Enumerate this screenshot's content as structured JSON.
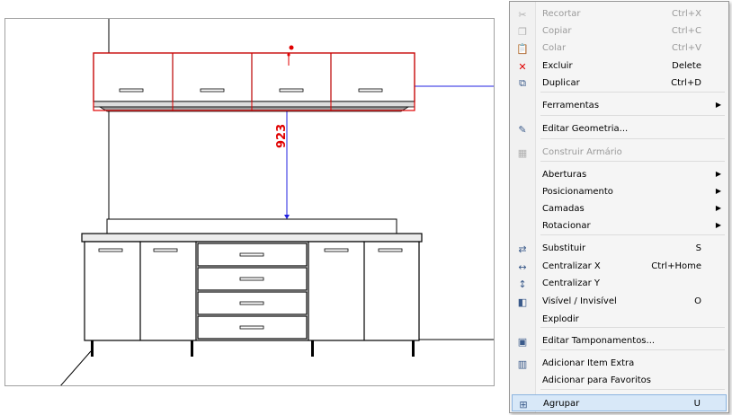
{
  "viewport": {
    "dimension_label": "923"
  },
  "context_menu": {
    "items": [
      {
        "label": "Recortar",
        "shortcut": "Ctrl+X",
        "icon": "scissors-icon",
        "glyph": "✂",
        "disabled": true
      },
      {
        "label": "Copiar",
        "shortcut": "Ctrl+C",
        "icon": "copy-icon",
        "glyph": "❐",
        "disabled": true
      },
      {
        "label": "Colar",
        "shortcut": "Ctrl+V",
        "icon": "paste-icon",
        "glyph": "📋",
        "disabled": true
      },
      {
        "label": "Excluir",
        "shortcut": "Delete",
        "icon": "delete-icon",
        "glyph": "✕",
        "disabled": false
      },
      {
        "label": "Duplicar",
        "shortcut": "Ctrl+D",
        "icon": "duplicate-icon",
        "glyph": "⧉",
        "disabled": false
      },
      {
        "label": "Ferramentas",
        "shortcut": "",
        "icon": "",
        "glyph": "",
        "disabled": false,
        "submenu": true
      },
      {
        "label": "Editar Geometria...",
        "shortcut": "",
        "icon": "geometry-icon",
        "glyph": "✎",
        "disabled": false
      },
      {
        "label": "Construir Armário",
        "shortcut": "",
        "icon": "cabinet-build-icon",
        "glyph": "▦",
        "disabled": true
      },
      {
        "label": "Aberturas",
        "shortcut": "",
        "icon": "",
        "glyph": "",
        "disabled": false,
        "submenu": true
      },
      {
        "label": "Posicionamento",
        "shortcut": "",
        "icon": "",
        "glyph": "",
        "disabled": false,
        "submenu": true
      },
      {
        "label": "Camadas",
        "shortcut": "",
        "icon": "",
        "glyph": "",
        "disabled": false,
        "submenu": true
      },
      {
        "label": "Rotacionar",
        "shortcut": "",
        "icon": "",
        "glyph": "",
        "disabled": false,
        "submenu": true
      },
      {
        "label": "Substituir",
        "shortcut": "S",
        "icon": "replace-icon",
        "glyph": "⇄",
        "disabled": false
      },
      {
        "label": "Centralizar X",
        "shortcut": "Ctrl+Home",
        "icon": "center-x-icon",
        "glyph": "↔",
        "disabled": false
      },
      {
        "label": "Centralizar Y",
        "shortcut": "",
        "icon": "center-y-icon",
        "glyph": "↕",
        "disabled": false
      },
      {
        "label": "Visível / Invisível",
        "shortcut": "O",
        "icon": "visibility-icon",
        "glyph": "◧",
        "disabled": false
      },
      {
        "label": "Explodir",
        "shortcut": "",
        "icon": "",
        "glyph": "",
        "disabled": false
      },
      {
        "label": "Editar Tamponamentos...",
        "shortcut": "",
        "icon": "panels-icon",
        "glyph": "▣",
        "disabled": false
      },
      {
        "label": "Adicionar Item Extra",
        "shortcut": "",
        "icon": "extra-item-icon",
        "glyph": "▥",
        "disabled": false
      },
      {
        "label": "Adicionar para Favoritos",
        "shortcut": "",
        "icon": "",
        "glyph": "",
        "disabled": false
      },
      {
        "label": "Agrupar",
        "shortcut": "U",
        "icon": "group-icon",
        "glyph": "⊞",
        "disabled": false,
        "highlight": true
      }
    ]
  },
  "colors": {
    "selection": "#e00000",
    "dimension_line": "#2020e0",
    "menu_highlight": "#d8e8f8",
    "delete_icon": "#e00000"
  }
}
